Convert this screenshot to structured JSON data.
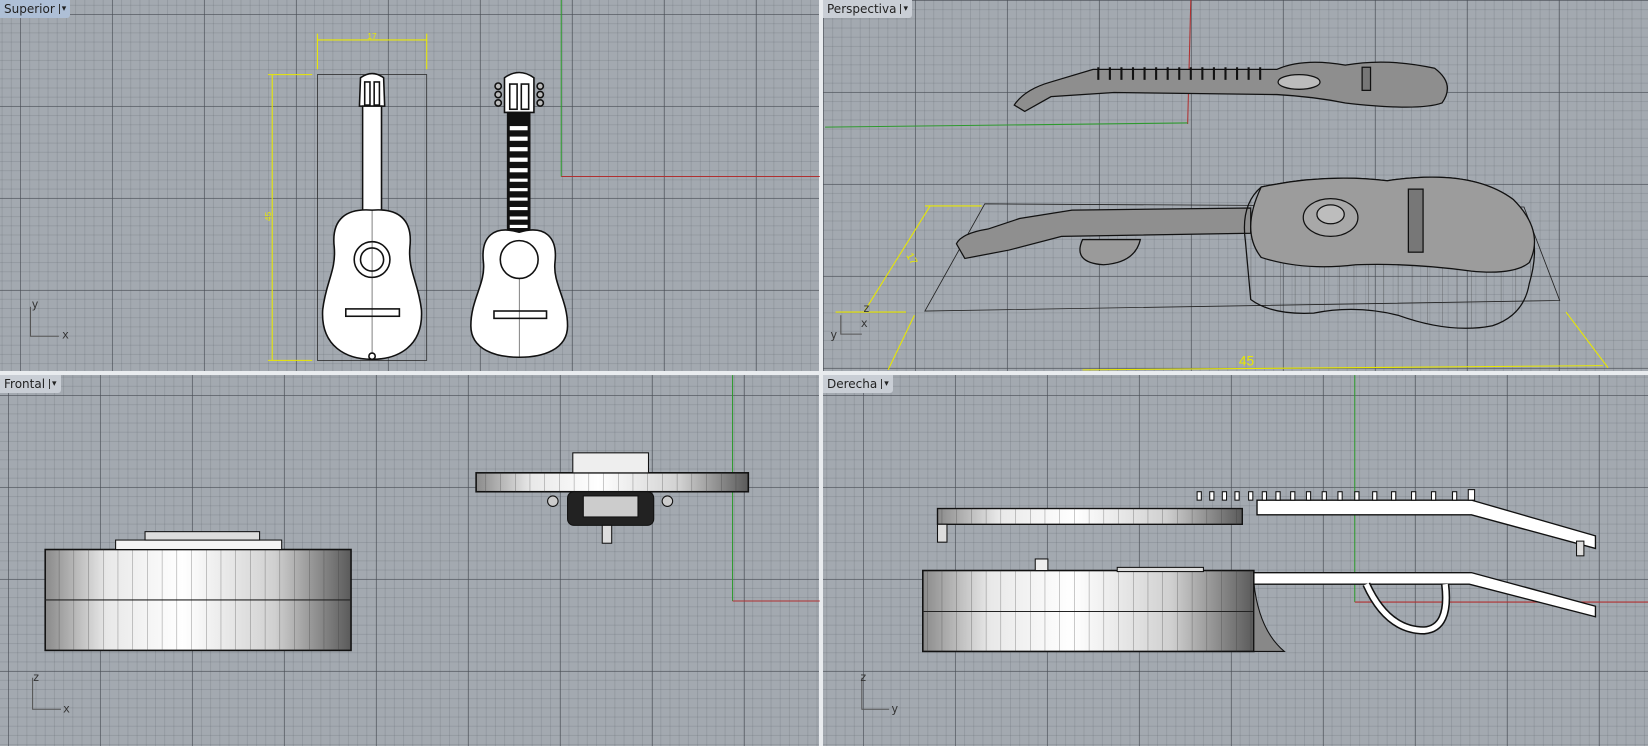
{
  "viewports": [
    {
      "id": "top",
      "label": "Superior",
      "active": true,
      "axes": [
        "y",
        "x"
      ],
      "dimensions": [
        "17",
        "45"
      ]
    },
    {
      "id": "perspective",
      "label": "Perspectiva",
      "active": false,
      "axes": [
        "z",
        "x",
        "y"
      ],
      "dimensions": [
        "17",
        "45"
      ]
    },
    {
      "id": "front",
      "label": "Frontal",
      "active": false,
      "axes": [
        "z",
        "x"
      ]
    },
    {
      "id": "right",
      "label": "Derecha",
      "active": false,
      "axes": [
        "z",
        "y"
      ]
    }
  ],
  "menu_arrow": "▾",
  "colors": {
    "background": "#a3a9b0",
    "x_axis": "#b03030",
    "y_axis": "#2e9a2e",
    "dimension": "#e8e800",
    "active_tab": "#aebfd6"
  }
}
